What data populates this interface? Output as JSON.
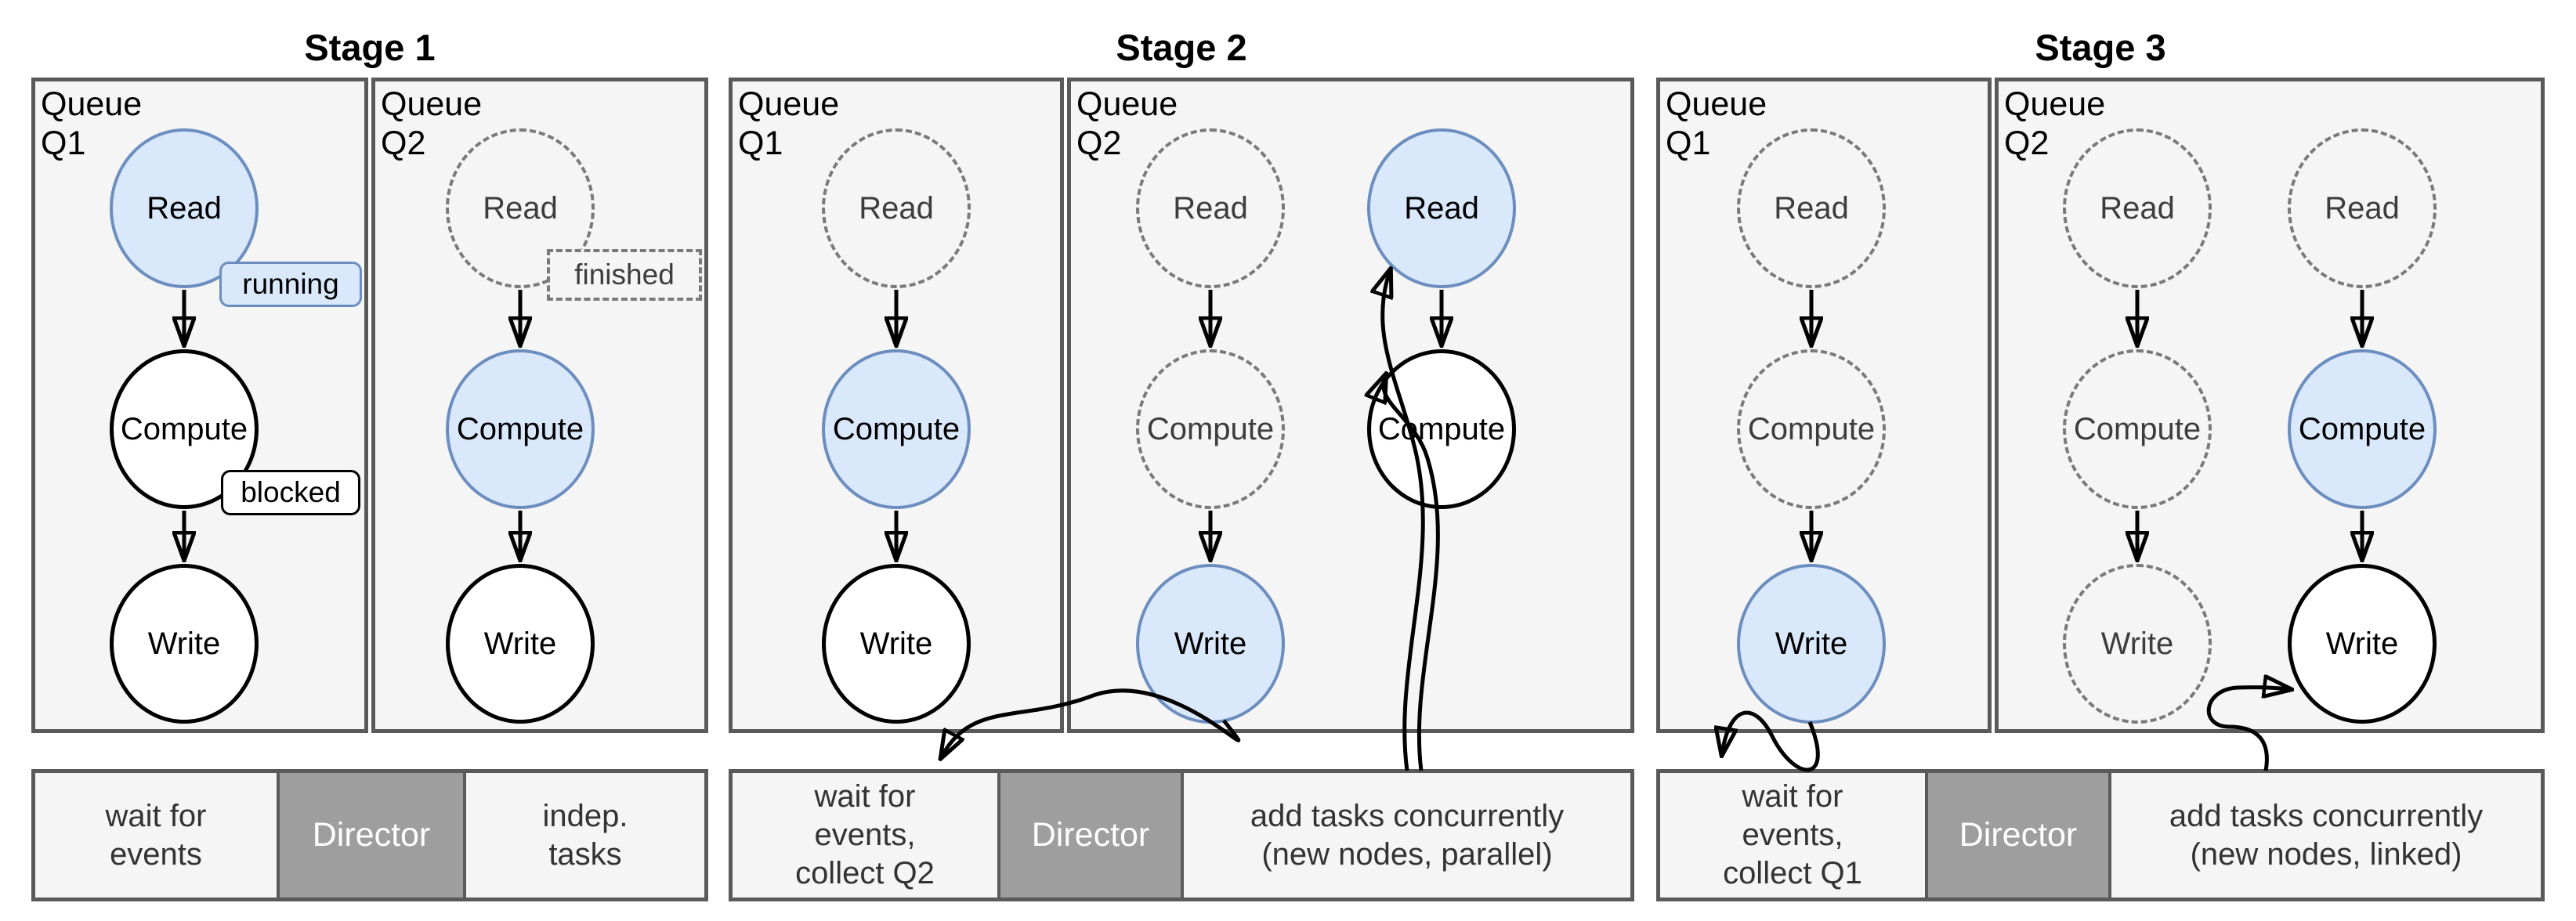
{
  "colors": {
    "node_running_fill": "#dae8fc",
    "node_running_stroke": "#6c8ebf",
    "node_pending_stroke": "#000000",
    "node_finished_stroke": "#7a7a7a",
    "panel_bg": "#f5f5f5",
    "panel_border": "#5a5a5a",
    "director_fill": "#9e9e9e",
    "director_text": "#ffffff",
    "arrow": "#000000"
  },
  "stages": [
    {
      "title": "Stage 1",
      "queues": [
        {
          "label": "Queue\nQ1",
          "columns": [
            {
              "nodes": [
                {
                  "label": "Read",
                  "state": "running",
                  "badge": "running"
                },
                {
                  "label": "Compute",
                  "state": "pending",
                  "badge": "blocked"
                },
                {
                  "label": "Write",
                  "state": "pending"
                }
              ]
            }
          ]
        },
        {
          "label": "Queue\nQ2",
          "columns": [
            {
              "nodes": [
                {
                  "label": "Read",
                  "state": "finished",
                  "badge": "finished"
                },
                {
                  "label": "Compute",
                  "state": "running"
                },
                {
                  "label": "Write",
                  "state": "pending"
                }
              ]
            }
          ]
        }
      ],
      "director": {
        "left": "wait for\nevents",
        "center": "Director",
        "right": "indep.\ntasks"
      }
    },
    {
      "title": "Stage 2",
      "queues": [
        {
          "label": "Queue\nQ1",
          "columns": [
            {
              "nodes": [
                {
                  "label": "Read",
                  "state": "finished"
                },
                {
                  "label": "Compute",
                  "state": "running"
                },
                {
                  "label": "Write",
                  "state": "pending"
                }
              ]
            }
          ]
        },
        {
          "label": "Queue\nQ2",
          "columns": [
            {
              "nodes": [
                {
                  "label": "Read",
                  "state": "finished"
                },
                {
                  "label": "Compute",
                  "state": "finished"
                },
                {
                  "label": "Write",
                  "state": "running"
                }
              ]
            },
            {
              "nodes": [
                {
                  "label": "Read",
                  "state": "running"
                },
                {
                  "label": "Compute",
                  "state": "pending"
                }
              ]
            }
          ]
        }
      ],
      "director": {
        "left": "wait for\nevents,\ncollect Q2",
        "center": "Director",
        "right": "add tasks concurrently\n(new nodes, parallel)"
      }
    },
    {
      "title": "Stage 3",
      "queues": [
        {
          "label": "Queue\nQ1",
          "columns": [
            {
              "nodes": [
                {
                  "label": "Read",
                  "state": "finished"
                },
                {
                  "label": "Compute",
                  "state": "finished"
                },
                {
                  "label": "Write",
                  "state": "running"
                }
              ]
            }
          ]
        },
        {
          "label": "Queue\nQ2",
          "columns": [
            {
              "nodes": [
                {
                  "label": "Read",
                  "state": "finished"
                },
                {
                  "label": "Compute",
                  "state": "finished"
                },
                {
                  "label": "Write",
                  "state": "finished"
                }
              ]
            },
            {
              "nodes": [
                {
                  "label": "Read",
                  "state": "finished"
                },
                {
                  "label": "Compute",
                  "state": "running"
                },
                {
                  "label": "Write",
                  "state": "pending"
                }
              ]
            }
          ]
        }
      ],
      "director": {
        "left": "wait for\nevents,\ncollect Q1",
        "center": "Director",
        "right": "add tasks concurrently\n(new nodes, linked)"
      }
    }
  ]
}
